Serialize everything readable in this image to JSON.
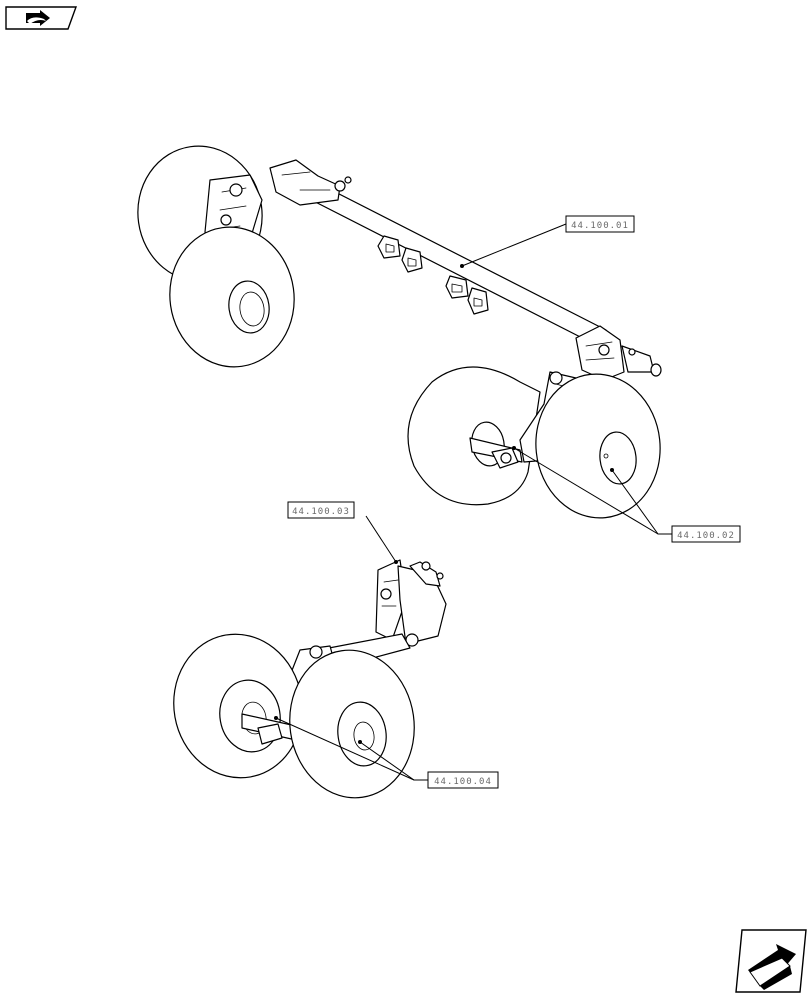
{
  "callouts": {
    "c1": "44.100.01",
    "c2": "44.100.02",
    "c3": "44.100.03",
    "c4": "44.100.04"
  },
  "icons": {
    "top_left": "book-arrow-icon",
    "bottom_right": "next-page-arrow-icon"
  }
}
